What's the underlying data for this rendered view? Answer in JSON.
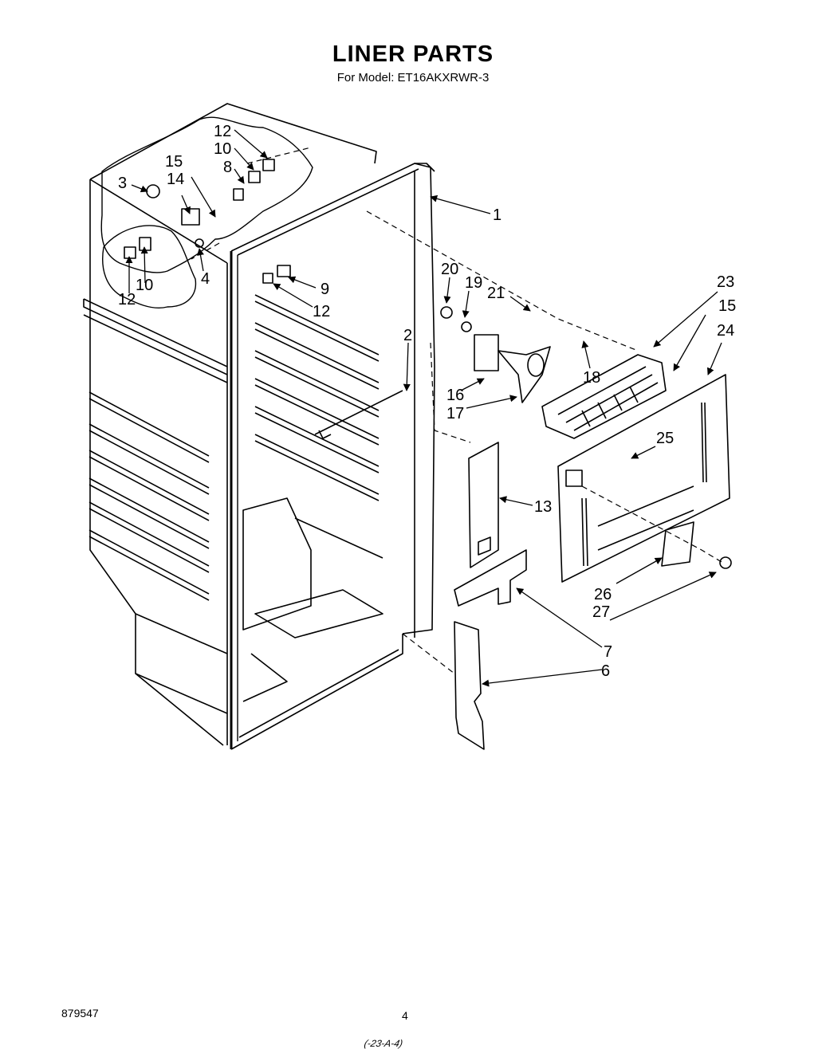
{
  "title": "LINER PARTS",
  "subtitle": "For Model: ET16AKXRWR-3",
  "footer": {
    "doc_number": "879547",
    "page_number": "4",
    "code": "(-23-A-4)"
  },
  "callouts": [
    "1",
    "2",
    "3",
    "4",
    "6",
    "7",
    "8",
    "9",
    "10",
    "10",
    "12",
    "12",
    "12",
    "13",
    "14",
    "15",
    "15",
    "16",
    "17",
    "18",
    "19",
    "20",
    "21",
    "23",
    "24",
    "25",
    "26",
    "27"
  ]
}
